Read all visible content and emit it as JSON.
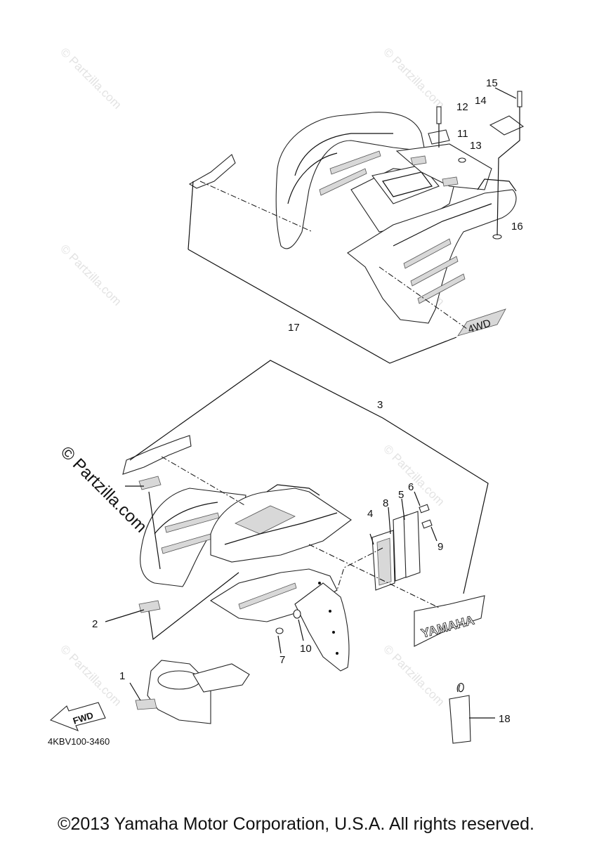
{
  "diagram": {
    "callouts": [
      "1",
      "2",
      "3",
      "4",
      "5",
      "6",
      "7",
      "8",
      "9",
      "10",
      "11",
      "12",
      "13",
      "14",
      "15",
      "16",
      "17",
      "18"
    ],
    "drawing_code": "4KBV100-3460",
    "watermark": "© Partzilla.com",
    "decals": {
      "fwd": "FWD",
      "yamaha": "YAMAHA",
      "rear_4wd": "4WD"
    }
  },
  "footer": {
    "copyright": "©2013 Yamaha Motor Corporation, U.S.A. All rights reserved."
  }
}
